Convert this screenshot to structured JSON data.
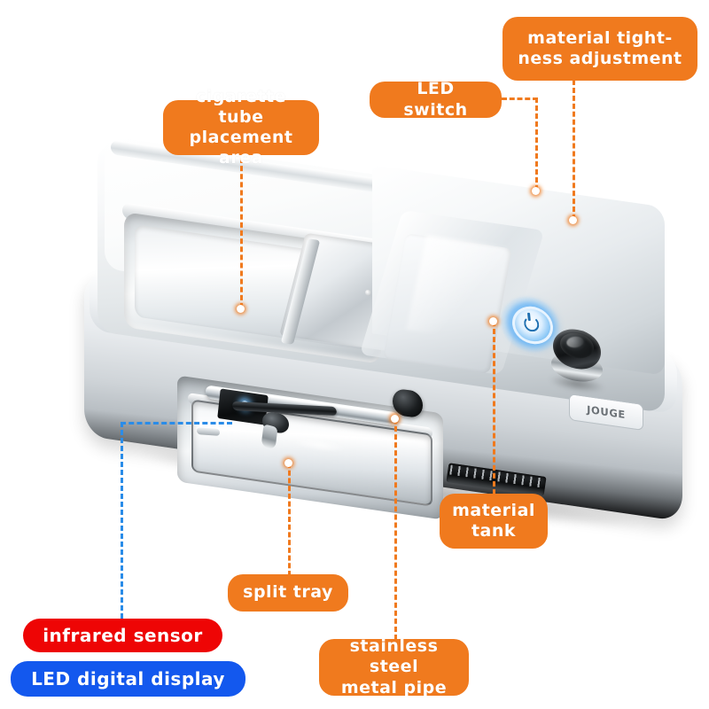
{
  "product": {
    "brand": "JOUGE",
    "type": "cigarette rolling / tube filling machine",
    "body_finish": "stainless steel"
  },
  "colors": {
    "callout_orange": "#F07A1E",
    "callout_red": "#EE0505",
    "callout_blue": "#1358EE",
    "leader_orange": "#F07A1E",
    "leader_blue": "#2A8CE8",
    "label_text": "#FFFFFF",
    "background": "#FFFFFF"
  },
  "callouts": [
    {
      "id": "cigarette-tube-placement-area",
      "label": "cigarette tube\nplacement area",
      "color": "orange",
      "leader": "vertical",
      "target": "recessed tube tray"
    },
    {
      "id": "led-switch",
      "label": "LED switch",
      "color": "orange",
      "leader": "elbow-right-down",
      "target": "glowing power button"
    },
    {
      "id": "material-tightness-adjustment",
      "label": "material tight-\nness adjustment",
      "color": "orange",
      "leader": "vertical",
      "target": "black adjustment knob"
    },
    {
      "id": "material-tank",
      "label": "material\ntank",
      "color": "orange",
      "leader": "vertical",
      "target": "tank slot vent"
    },
    {
      "id": "split-tray",
      "label": "split tray",
      "color": "orange",
      "leader": "vertical",
      "target": "front lower tray"
    },
    {
      "id": "stainless-steel-metal-pipe",
      "label": "stainless steel\nmetal pipe",
      "color": "orange",
      "leader": "vertical",
      "target": "metal pipe with black cap"
    },
    {
      "id": "infrared-sensor",
      "label": "infrared sensor",
      "color": "red",
      "leader": "elbow-left-down",
      "target": "dark sensor panel with blue led"
    },
    {
      "id": "led-digital-display",
      "label": "LED digital display",
      "color": "blue",
      "leader": "none",
      "target": "display badge"
    }
  ],
  "device_parts": {
    "power_button_icon": "power-icon",
    "knob_icon": "rotary-knob",
    "brand_plate_text": "JOUGE"
  }
}
